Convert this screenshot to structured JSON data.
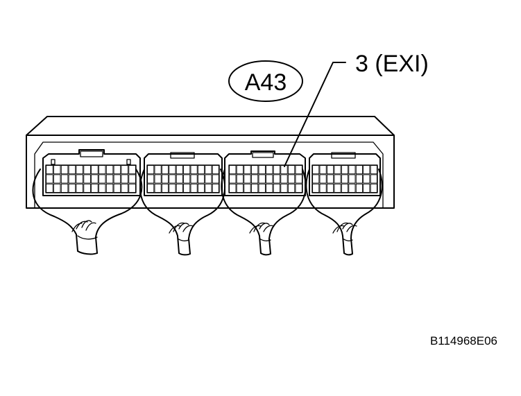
{
  "connector_label": "A43",
  "pin_callout": "3 (EXI)",
  "figure_id": "B114968E06"
}
